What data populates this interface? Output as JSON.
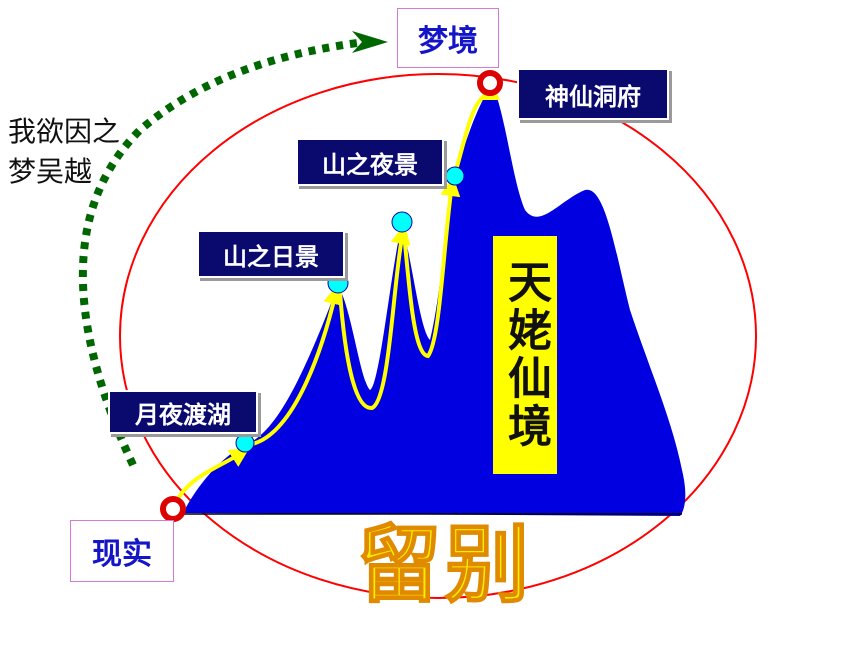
{
  "title_dream": "梦境",
  "label_reality": "现实",
  "label_farewell": "留别",
  "poem": [
    "我欲因之",
    "梦吴越"
  ],
  "vertical_title": "天姥仙境",
  "stages": [
    {
      "label": "月夜渡湖"
    },
    {
      "label": "山之日景"
    },
    {
      "label": "山之夜景"
    },
    {
      "label": "神仙洞府"
    }
  ],
  "colors": {
    "mountain": "#0000e0",
    "ellipse": "#ff0000",
    "path": "#ffff00",
    "dotted_arrow": "#006600",
    "node": "#00ffff",
    "label_bg": "#0a0a6e"
  }
}
